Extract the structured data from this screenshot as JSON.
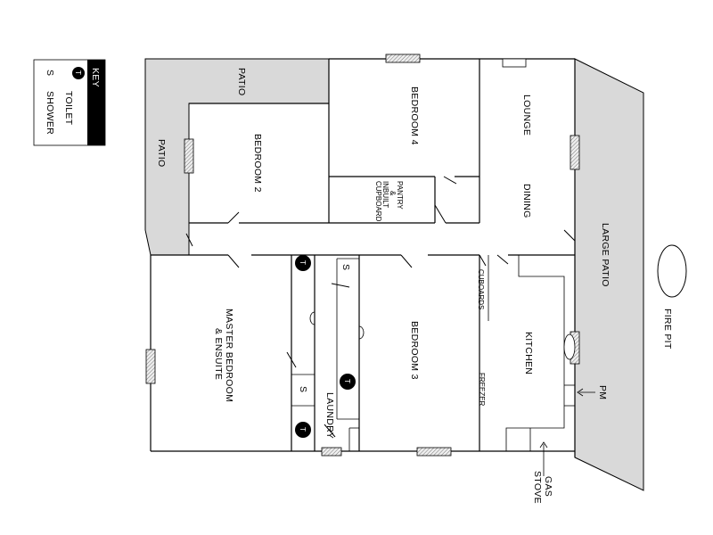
{
  "key": {
    "title": "KEY",
    "toilet_symbol": "T",
    "toilet_label": "TOILET",
    "shower_symbol": "S",
    "shower_label": "SHOWER"
  },
  "rooms": {
    "patio_top": "PATIO",
    "patio_left": "PATIO",
    "bedroom2": "BEDROOM 2",
    "bedroom4": "BEDROOM 4",
    "lounge": "LOUNGE",
    "dining": "DINING",
    "pantry_line1": "PANTRY",
    "pantry_line2": "&",
    "pantry_line3": "INBUILT",
    "pantry_line4": "CUPBOARD",
    "large_patio": "LARGE PATIO",
    "master_line1": "MASTER BEDROOM",
    "master_line2": "& ENSUITE",
    "bedroom3": "BEDROOM 3",
    "cupboards": "CUBOARDS",
    "kitchen": "KITCHEN",
    "freezer": "FREEZER",
    "laundry": "LAUNDRY",
    "shower_s": "S",
    "toilet_t": "T"
  },
  "annotations": {
    "fire_pit": "FIRE PIT",
    "pm": "PM",
    "gas_line1": "GAS",
    "gas_line2": "STOVE"
  }
}
